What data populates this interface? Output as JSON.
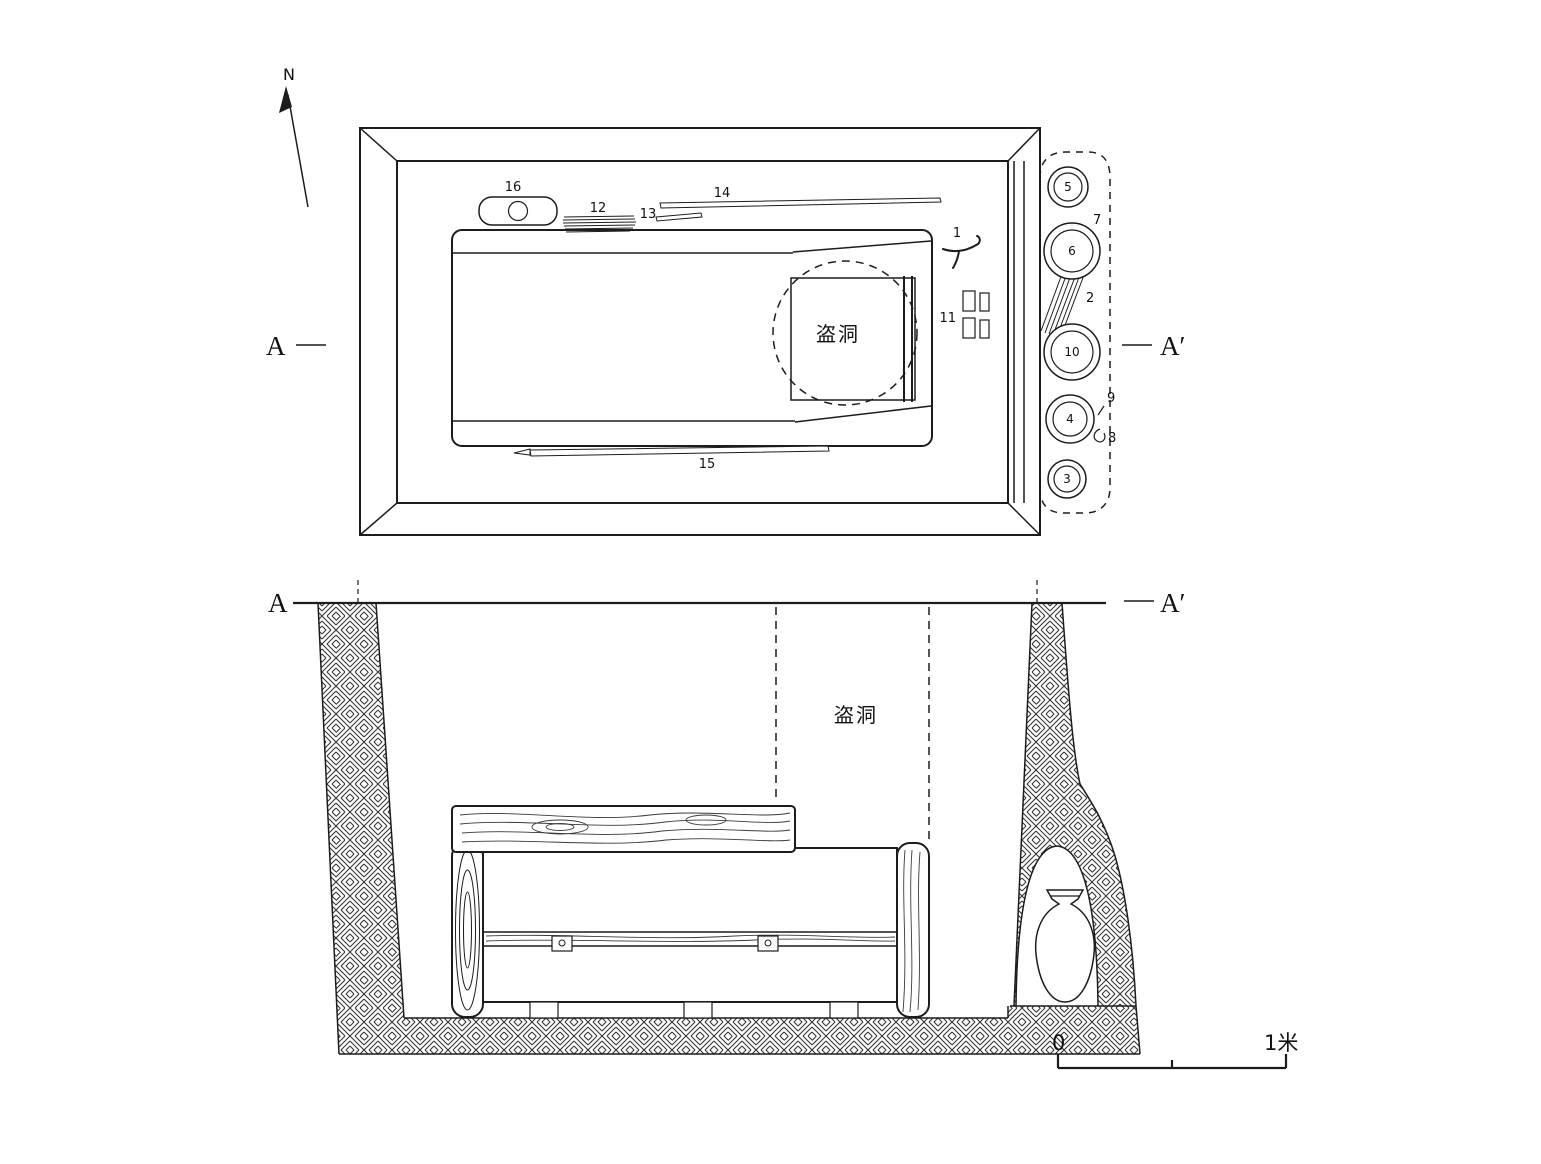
{
  "colors": {
    "ink": "#1c1c1c",
    "background": "#ffffff"
  },
  "compass": {
    "label": "N"
  },
  "plan": {
    "marker_left": "A",
    "marker_right": "A′",
    "robber_hole": "盗洞",
    "artifact_numbers": [
      "1",
      "2",
      "3",
      "4",
      "5",
      "6",
      "7",
      "8",
      "9",
      "10",
      "11",
      "12",
      "13",
      "14",
      "15",
      "16"
    ]
  },
  "section": {
    "marker_left": "A",
    "marker_right": "A′",
    "robber_hole": "盗洞"
  },
  "scale": {
    "zero": "0",
    "one_meter": "1米"
  }
}
